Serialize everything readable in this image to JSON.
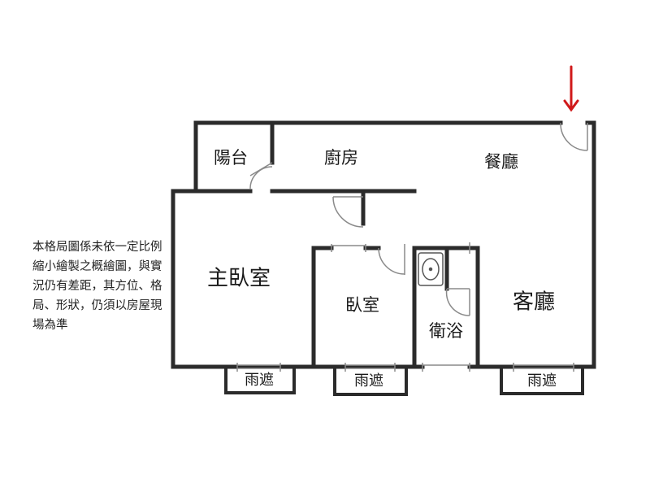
{
  "disclaimer": "本格局圖係未依一定比例縮小繪製之概繪圖，與實況仍有差距，其方位、格局、形狀，仍須以房屋現場為準",
  "rooms": {
    "balcony": "陽台",
    "kitchen": "廚房",
    "dining": "餐廳",
    "master_bedroom": "主臥室",
    "bedroom": "臥室",
    "bathroom": "衛浴",
    "living": "客廳",
    "awning_1": "雨遮",
    "awning_2": "雨遮",
    "awning_3": "雨遮"
  },
  "colors": {
    "wall": "#2b2b2b",
    "entrance_arrow": "#d0191a",
    "door_line": "#8a8a8a"
  },
  "icons": {
    "entrance": "arrow-down-icon",
    "sink": "sink-icon"
  }
}
